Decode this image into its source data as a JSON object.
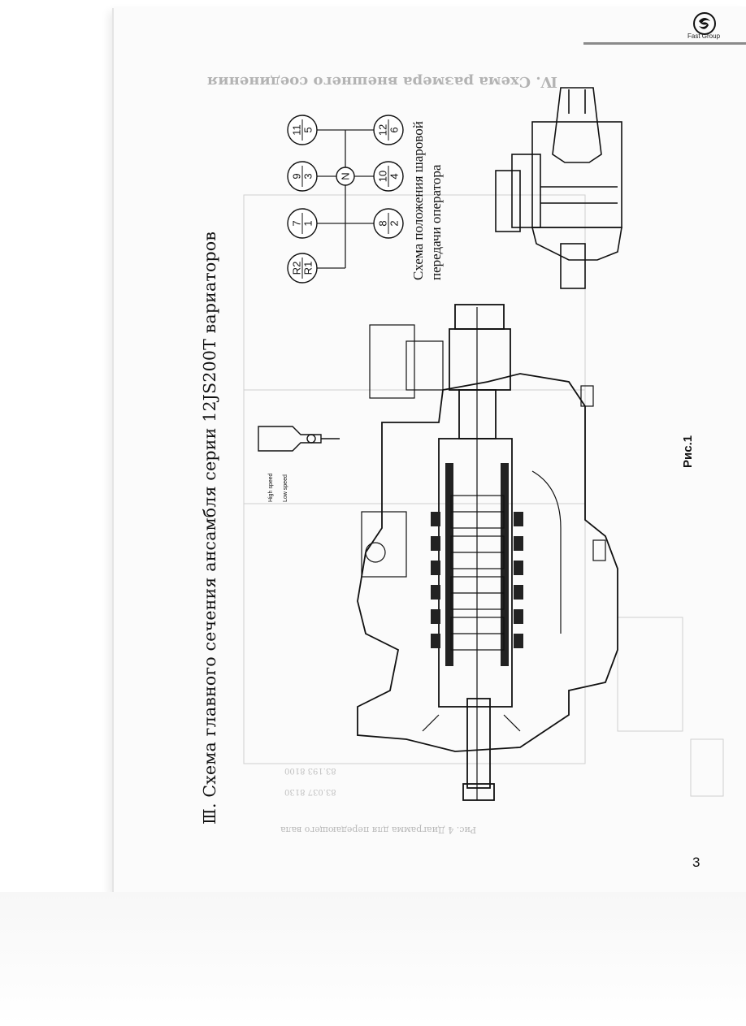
{
  "header": {
    "logo_text": "Fast Group"
  },
  "title": "Ⅲ. Схема главного сечения ансамбля серии 12JS200T вариаторов",
  "shift_pattern": {
    "caption_line1": "Схема положения шаровой",
    "caption_line2": "передачи оператора",
    "neutral": "N",
    "gates": [
      {
        "top": "R2",
        "bottom": "R1"
      },
      {
        "top": "7",
        "bottom": "1"
      },
      {
        "top": "8",
        "bottom": "2"
      },
      {
        "top": "9",
        "bottom": "3"
      },
      {
        "top": "10",
        "bottom": "4"
      },
      {
        "top": "11",
        "bottom": "5"
      },
      {
        "top": "12",
        "bottom": "6"
      }
    ]
  },
  "lever": {
    "high_speed": "High speed",
    "low_speed": "Low speed"
  },
  "figure_caption": "Рис.1",
  "page_number": "3",
  "bleed_through": {
    "title": "Ⅳ. Схема размера внешнего соединения",
    "caption": "Рис. 4  Диаграмма для передающего вала",
    "nums_line1": "83.037  8130",
    "nums_line2": "83.193  8100"
  }
}
